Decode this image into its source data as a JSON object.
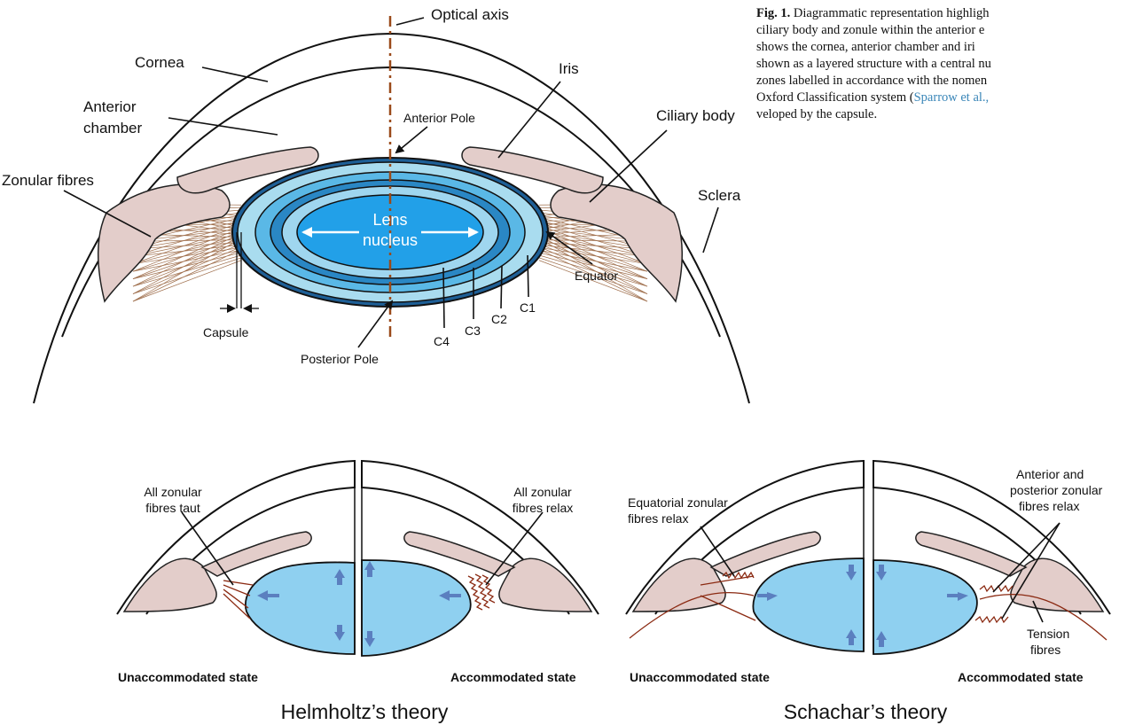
{
  "caption": {
    "fig_number": "Fig. 1.",
    "lines": [
      "Diagrammatic representation highligh",
      "ciliary body and zonule within the anterior e",
      "shows the cornea, anterior chamber and iri",
      "shown as a layered structure with a central nu",
      "zones labelled in accordance with the nomen",
      "Oxford Classification system (",
      "veloped by the capsule."
    ],
    "reference": "Sparrow et al.,"
  },
  "top_diagram": {
    "labels": {
      "optical_axis": "Optical axis",
      "cornea": "Cornea",
      "iris": "Iris",
      "anterior_chamber_1": "Anterior",
      "anterior_chamber_2": "chamber",
      "anterior_pole": "Anterior Pole",
      "ciliary_body": "Ciliary body",
      "zonular_fibres": "Zonular fibres",
      "sclera": "Sclera",
      "lens_nucleus_1": "Lens",
      "lens_nucleus_2": "nucleus",
      "equator": "Equator",
      "capsule": "Capsule",
      "posterior_pole": "Posterior Pole",
      "c1": "C1",
      "c2": "C2",
      "c3": "C3",
      "c4": "C4"
    }
  },
  "bottom_left": {
    "title": "Helmholtz’s theory",
    "left_state": "Unaccommodated state",
    "right_state": "Accommodated state",
    "left_note_1": "All zonular",
    "left_note_2": "fibres taut",
    "right_note_1": "All zonular",
    "right_note_2": "fibres relax"
  },
  "bottom_right": {
    "title": "Schachar’s theory",
    "left_state": "Unaccommodated state",
    "right_state": "Accommodated state",
    "left_note_1": "Equatorial zonular",
    "left_note_2": "fibres relax",
    "right_note_1": "Anterior and",
    "right_note_2": "posterior zonular",
    "right_note_3": "fibres relax",
    "tension_1": "Tension",
    "tension_2": "fibres"
  },
  "colors": {
    "lens_outer": "#a9dcef",
    "lens_mid": "#5ab8e6",
    "lens_dark": "#2a87c4",
    "lens_nucleus": "#22a0e8",
    "lens_simple": "#8fd0f0",
    "tissue": "#e3cdca",
    "zonule": "#a0704e",
    "optical_axis": "#9a4a1a",
    "arrow_blue": "#5b7fbf"
  }
}
